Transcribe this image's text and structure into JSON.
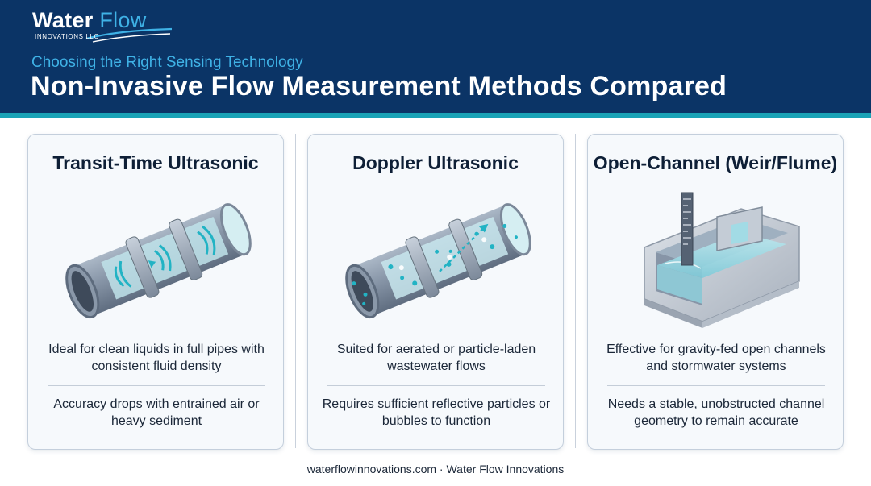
{
  "brand": {
    "logo_part1": "Water",
    "logo_part2": "Flow",
    "logo_sub": "INNOVATIONS LLC"
  },
  "header": {
    "subtitle": "Choosing the Right Sensing Technology",
    "title": "Non-Invasive Flow Measurement Methods Compared"
  },
  "colors": {
    "header_bg": "#0b3466",
    "accent_cyan": "#1aa3b6",
    "subtitle_blue": "#3fb2e6"
  },
  "cards": [
    {
      "title": "Transit-Time Ultrasonic",
      "icon": "transit-time-pipe-icon",
      "pro": "Ideal for clean liquids in full pipes with consistent fluid density",
      "con": "Accuracy drops with entrained air or heavy sediment"
    },
    {
      "title": "Doppler Ultrasonic",
      "icon": "doppler-pipe-icon",
      "pro": "Suited for aerated or particle-laden wastewater flows",
      "con": "Requires sufficient reflective particles or bubbles to function"
    },
    {
      "title": "Open-Channel (Weir/Flume)",
      "icon": "open-channel-flume-icon",
      "pro": "Effective for gravity-fed open channels and stormwater systems",
      "con": "Needs a stable, unobstructed channel geometry to remain accurate"
    }
  ],
  "footer": {
    "text": "waterflowinnovations.com · Water Flow Innovations"
  }
}
